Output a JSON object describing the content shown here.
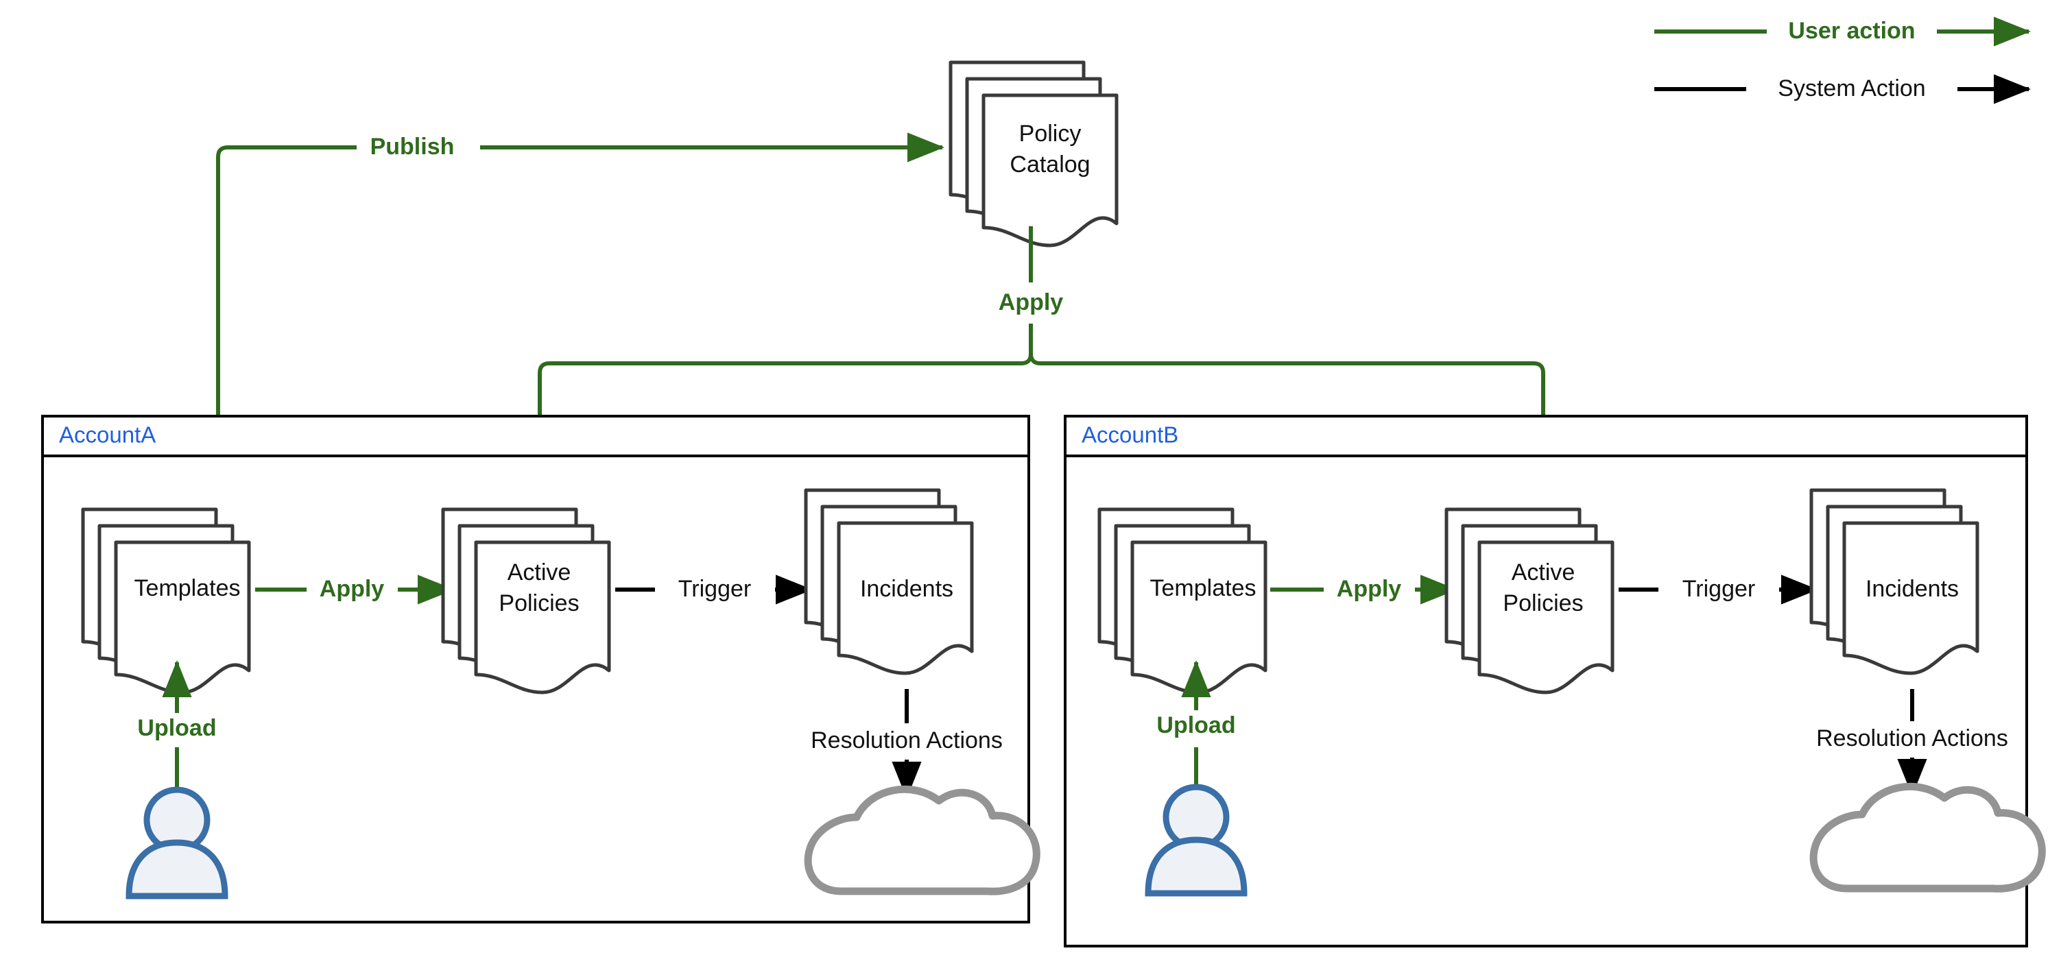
{
  "legend": {
    "user_action": "User action",
    "system_action": "System Action"
  },
  "central": {
    "policy_catalog": "Policy Catalog",
    "policy_catalog_line1": "Policy",
    "policy_catalog_line2": "Catalog",
    "publish_label": "Publish",
    "apply_label": "Apply"
  },
  "accounts": [
    {
      "name": "AccountA",
      "templates": "Templates",
      "active_policies_line1": "Active",
      "active_policies_line2": "Policies",
      "incidents": "Incidents",
      "apply_label": "Apply",
      "trigger_label": "Trigger",
      "upload_label": "Upload",
      "resolution_label": "Resolution Actions"
    },
    {
      "name": "AccountB",
      "templates": "Templates",
      "active_policies_line1": "Active",
      "active_policies_line2": "Policies",
      "incidents": "Incidents",
      "apply_label": "Apply",
      "trigger_label": "Trigger",
      "upload_label": "Upload",
      "resolution_label": "Resolution Actions"
    }
  ],
  "colors": {
    "user_action": "#2f6b1d",
    "system_action": "#000000",
    "account_label": "#1f5fe0",
    "document_stroke": "#3a3a3a",
    "actor_stroke": "#3a6fa8",
    "actor_fill": "#eef2f7",
    "cloud_stroke": "#949494"
  },
  "icons": {
    "document_stack": "document-stack-icon",
    "user_actor": "user-actor-icon",
    "cloud": "cloud-icon",
    "arrow_head": "arrow-head-icon"
  }
}
